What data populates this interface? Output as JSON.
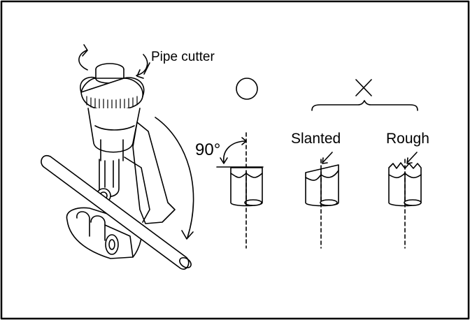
{
  "labels": {
    "tool": "Pipe cutter",
    "angle": "90°",
    "slanted": "Slanted",
    "rough": "Rough"
  },
  "symbols": {
    "good": "circle-symbol",
    "bad": "cross-symbol"
  },
  "colors": {
    "stroke": "#000000",
    "background": "#ffffff"
  }
}
